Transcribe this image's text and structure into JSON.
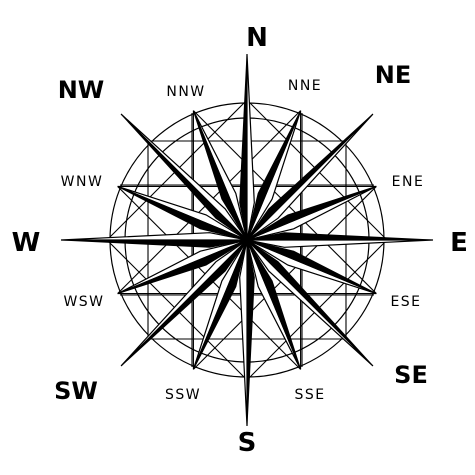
{
  "labels": {
    "n": "N",
    "ne": "NE",
    "e": "E",
    "se": "SE",
    "s": "S",
    "sw": "SW",
    "w": "W",
    "nw": "NW",
    "nne": "NNE",
    "ene": "ENE",
    "ese": "ESE",
    "sse": "SSE",
    "ssw": "SSW",
    "wsw": "WSW",
    "wnw": "WNW",
    "nnw": "NNW"
  },
  "colors": {
    "ink": "#000000",
    "paper": "#ffffff"
  }
}
